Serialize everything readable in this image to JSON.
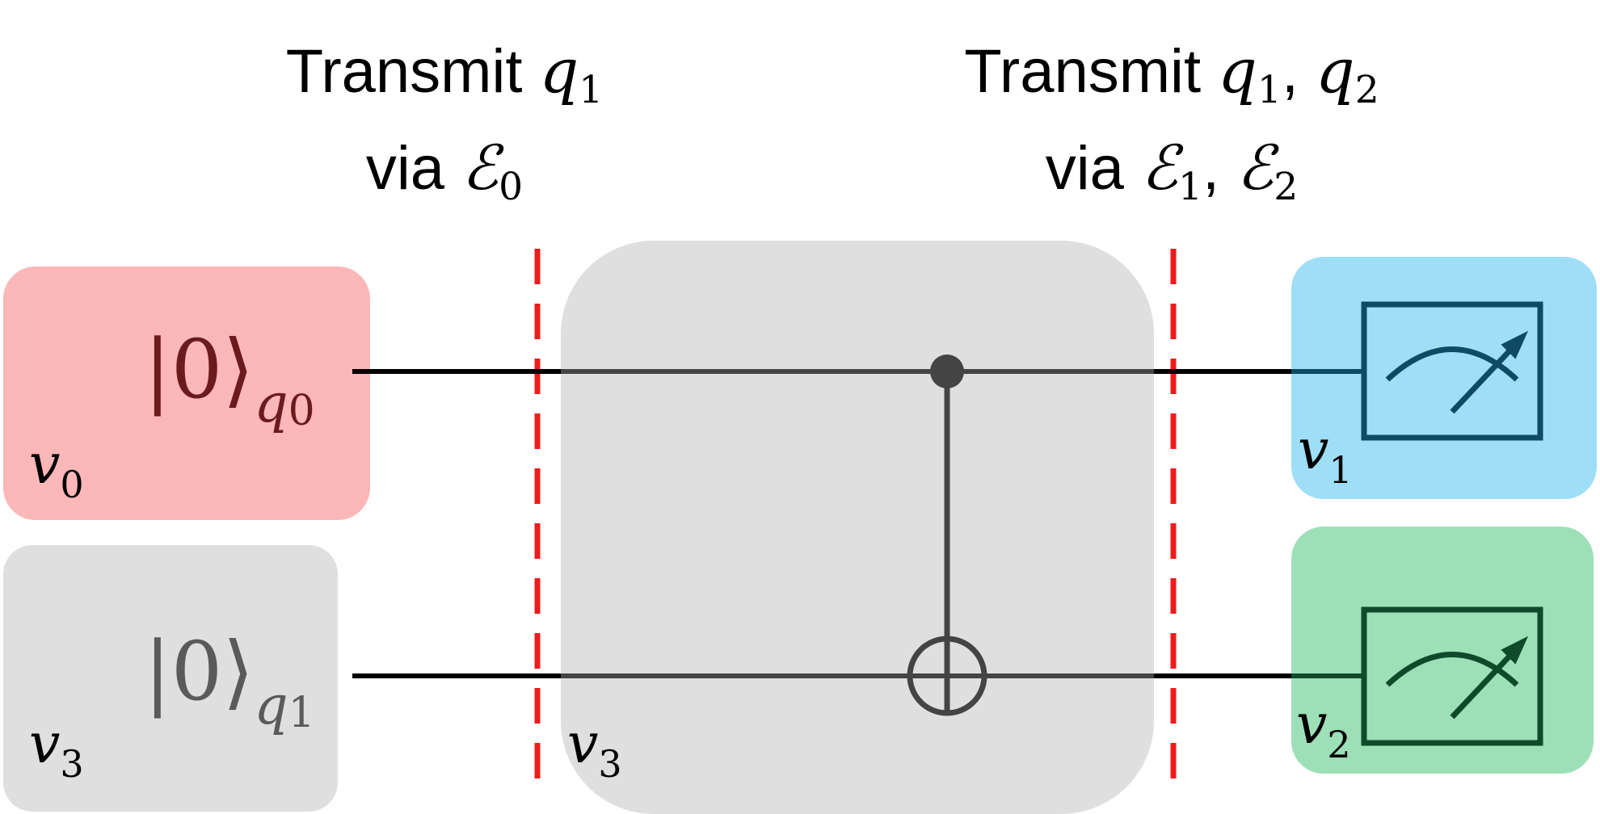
{
  "headings": {
    "left": {
      "line1_text": "Transmit ",
      "line1_var": "q",
      "line1_sub": "1",
      "line2_text": "via ",
      "line2_var": "ℰ",
      "line2_sub": "0"
    },
    "right": {
      "line1_text": "Transmit ",
      "var_a": "q",
      "sub_a": "1",
      "sep": ", ",
      "var_b": "q",
      "sub_b": "2",
      "line2_text": "via ",
      "chan_a": "ℰ",
      "chan_sub_a": "1",
      "chan_sep": ", ",
      "chan_b": "ℰ",
      "chan_sub_b": "2"
    }
  },
  "nodes": {
    "v0": {
      "var": "v",
      "sub": "0",
      "state": "|0⟩",
      "qubit_var": "q",
      "qubit_sub": "0",
      "color": "#fcb7b9"
    },
    "v3_left": {
      "var": "v",
      "sub": "3",
      "state": "|0⟩",
      "qubit_var": "q",
      "qubit_sub": "1",
      "color": "#e0dfe0"
    },
    "v3_center": {
      "var": "v",
      "sub": "3",
      "color": "#e0dfe0"
    },
    "v1": {
      "var": "v",
      "sub": "1",
      "color": "#9edff7",
      "meter_color": "#0f4a63"
    },
    "v2": {
      "var": "v",
      "sub": "2",
      "color": "#9de0b8",
      "meter_color": "#0f4a2a"
    }
  },
  "colors": {
    "wire": "#000000",
    "gate": "#444444",
    "divider": "#ee1c1c"
  }
}
